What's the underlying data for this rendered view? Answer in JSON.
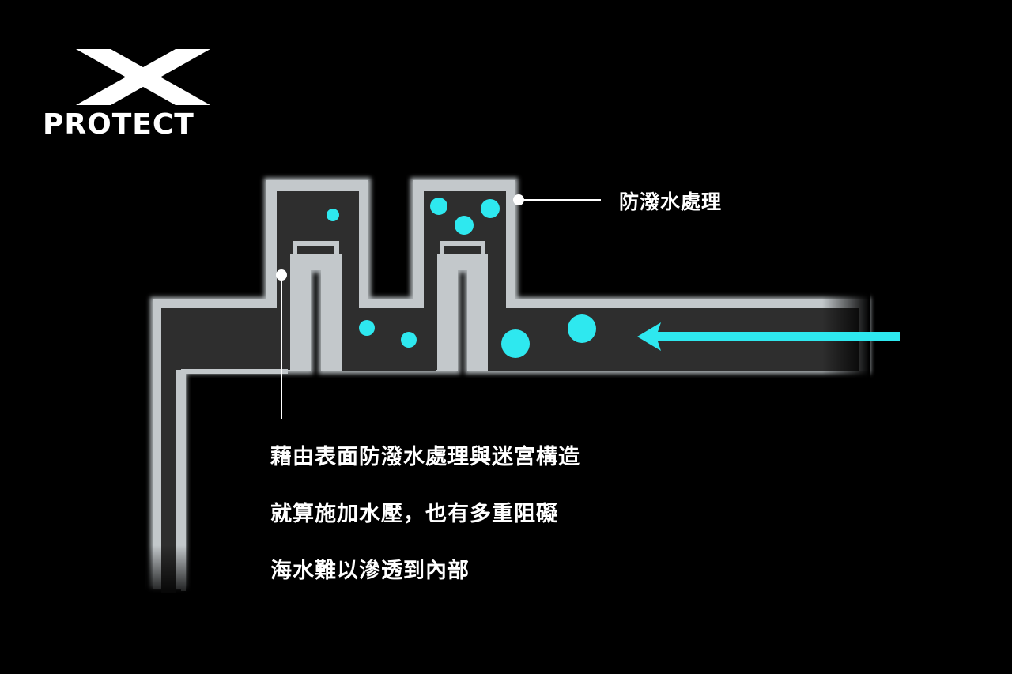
{
  "logo": {
    "wordmark": "PROTECT",
    "mark": "X"
  },
  "callout": {
    "label": "防潑水處理"
  },
  "description": {
    "lines": [
      "藉由表面防潑水處理與迷宮構造",
      "就算施加水壓，也有多重阻礙",
      "海水難以滲透到內部"
    ]
  },
  "colors": {
    "background": "#000000",
    "channel_fill": "#2e2e2e",
    "channel_edge": "#b9bec1",
    "water": "#2ee8ef",
    "text": "#ffffff"
  },
  "icons": {
    "logo_mark": "x-logo-icon",
    "water_arrow": "arrow-left-icon"
  }
}
